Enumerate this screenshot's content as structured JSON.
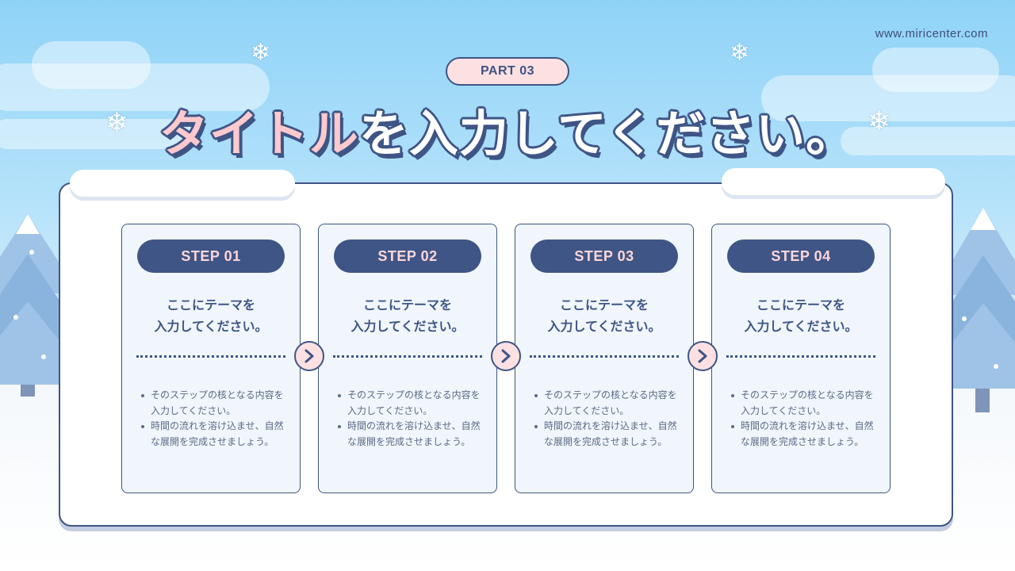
{
  "site_url": "www.miricenter.com",
  "part_label": "PART 03",
  "title": {
    "accent": "タイトル",
    "rest": "を入力してください。"
  },
  "colors": {
    "navy": "#3e5585",
    "pink": "#fde0e2",
    "sky": "#8fd3f8",
    "card_bg": "#f0f6fc"
  },
  "steps": [
    {
      "label": "STEP 01",
      "theme_line1": "ここにテーマを",
      "theme_line2": "入力してください。",
      "bullets": [
        "そのステップの核となる内容を入力してください。",
        "時間の流れを溶け込ませ、自然な展開を完成させましょう。"
      ]
    },
    {
      "label": "STEP 02",
      "theme_line1": "ここにテーマを",
      "theme_line2": "入力してください。",
      "bullets": [
        "そのステップの核となる内容を入力してください。",
        "時間の流れを溶け込ませ、自然な展開を完成させましょう。"
      ]
    },
    {
      "label": "STEP 03",
      "theme_line1": "ここにテーマを",
      "theme_line2": "入力してください。",
      "bullets": [
        "そのステップの核となる内容を入力してください。",
        "時間の流れを溶け込ませ、自然な展開を完成させましょう。"
      ]
    },
    {
      "label": "STEP 04",
      "theme_line1": "ここにテーマを",
      "theme_line2": "入力してください。",
      "bullets": [
        "そのステップの核となる内容を入力してください。",
        "時間の流れを溶け込ませ、自然な展開を完成させましょう。"
      ]
    }
  ],
  "icons": {
    "arrow": "chevron-right-icon",
    "snow": "snowflake-icon",
    "tree": "snowy-tree-icon"
  }
}
